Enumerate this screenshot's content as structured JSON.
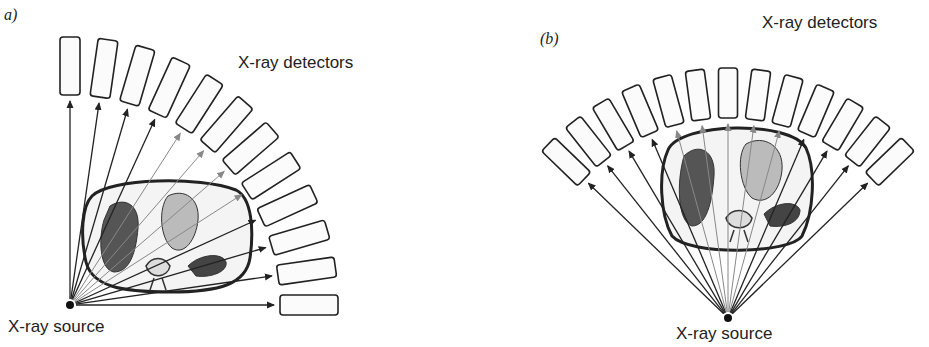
{
  "diagram": {
    "labels": [
      "a)",
      "X-ray detectors",
      "X-ray source",
      "(b)",
      "X-ray detectors",
      "X-ray source"
    ]
  }
}
